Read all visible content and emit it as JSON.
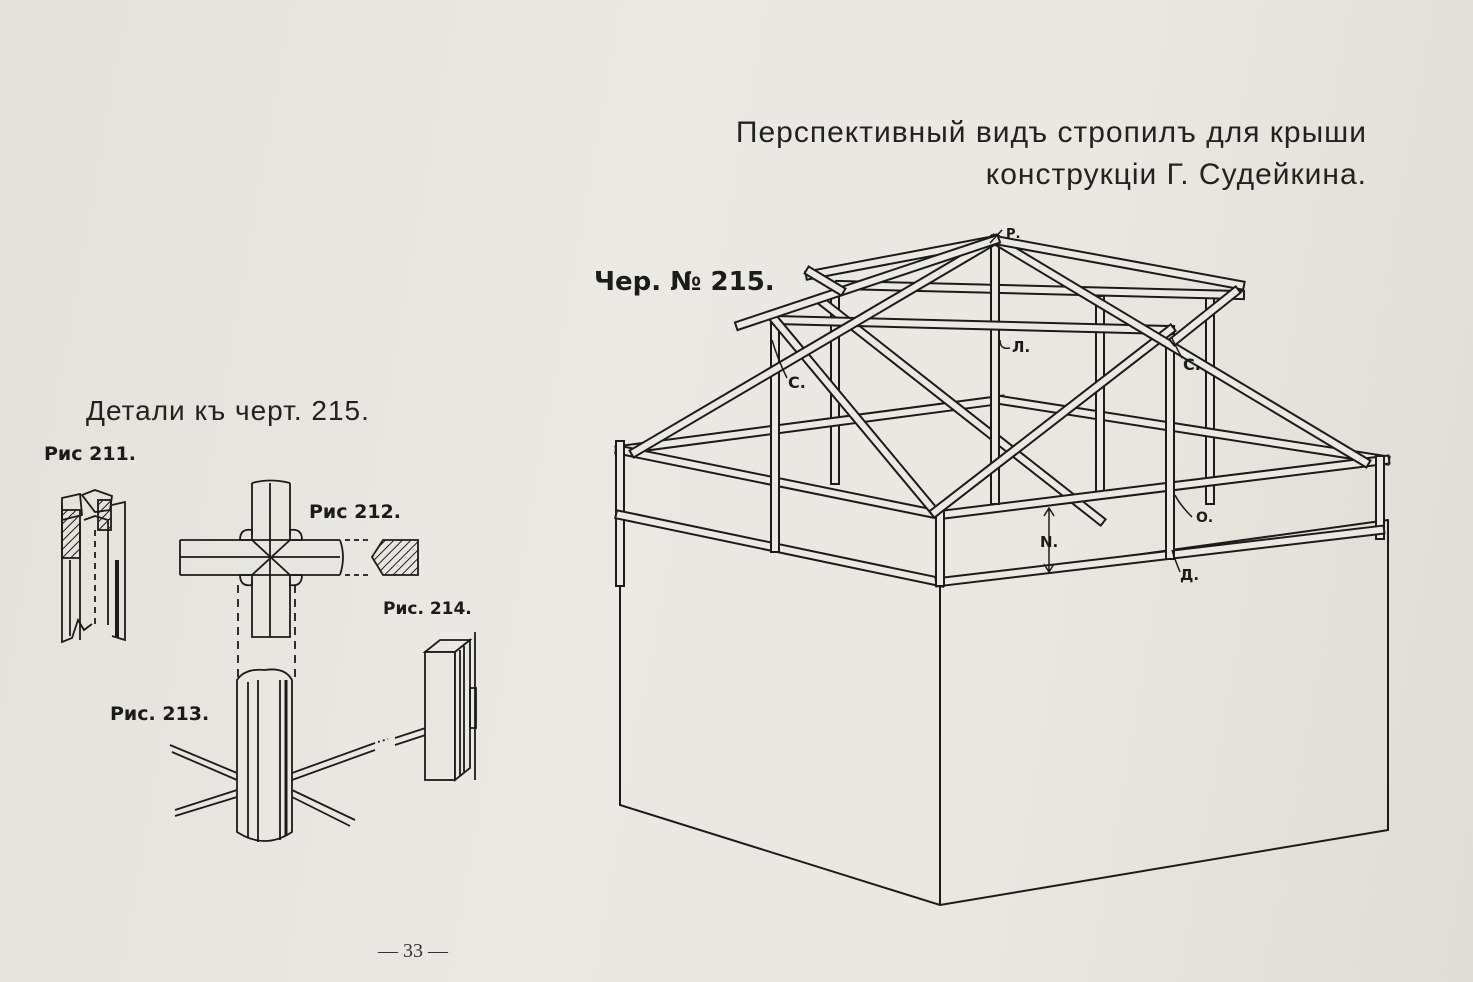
{
  "title": {
    "line1": "Перспективный видъ стропилъ для крыши",
    "line2": "конструкціи Г. Судейкина."
  },
  "details_heading": "Детали къ черт. 215.",
  "main_drawing": {
    "label": "Чер. № 215.",
    "markers": {
      "p": "Р.",
      "l": "Л.",
      "c_left": "С.",
      "c_right": "С.",
      "o": "О.",
      "n": "N.",
      "d": "Д."
    }
  },
  "figures": {
    "fig211": "Рис 211.",
    "fig212": "Рис 212.",
    "fig213": "Рис. 213.",
    "fig214": "Рис. 214."
  },
  "page_number": "— 33 —"
}
